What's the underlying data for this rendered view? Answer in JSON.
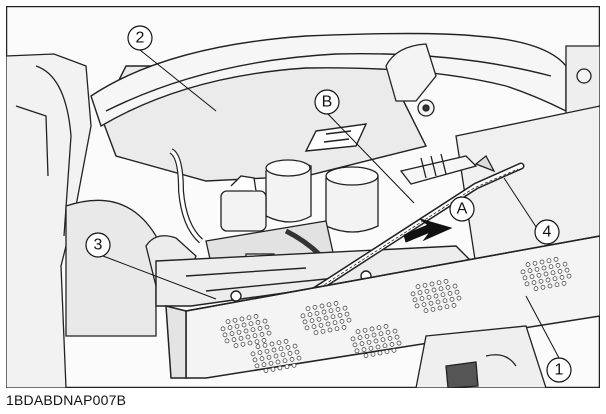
{
  "figure": {
    "code": "1BDABDNAP007B",
    "callouts": [
      {
        "id": "callout-1",
        "label": "1",
        "part": "screen-panel"
      },
      {
        "id": "callout-2",
        "label": "2",
        "part": "upper-cover"
      },
      {
        "id": "callout-3",
        "label": "3",
        "part": "lower-bracket"
      },
      {
        "id": "callout-4",
        "label": "4",
        "part": "rod"
      },
      {
        "id": "callout-a",
        "label": "A",
        "part": "direction"
      },
      {
        "id": "callout-b",
        "label": "B",
        "part": "clip"
      }
    ]
  }
}
